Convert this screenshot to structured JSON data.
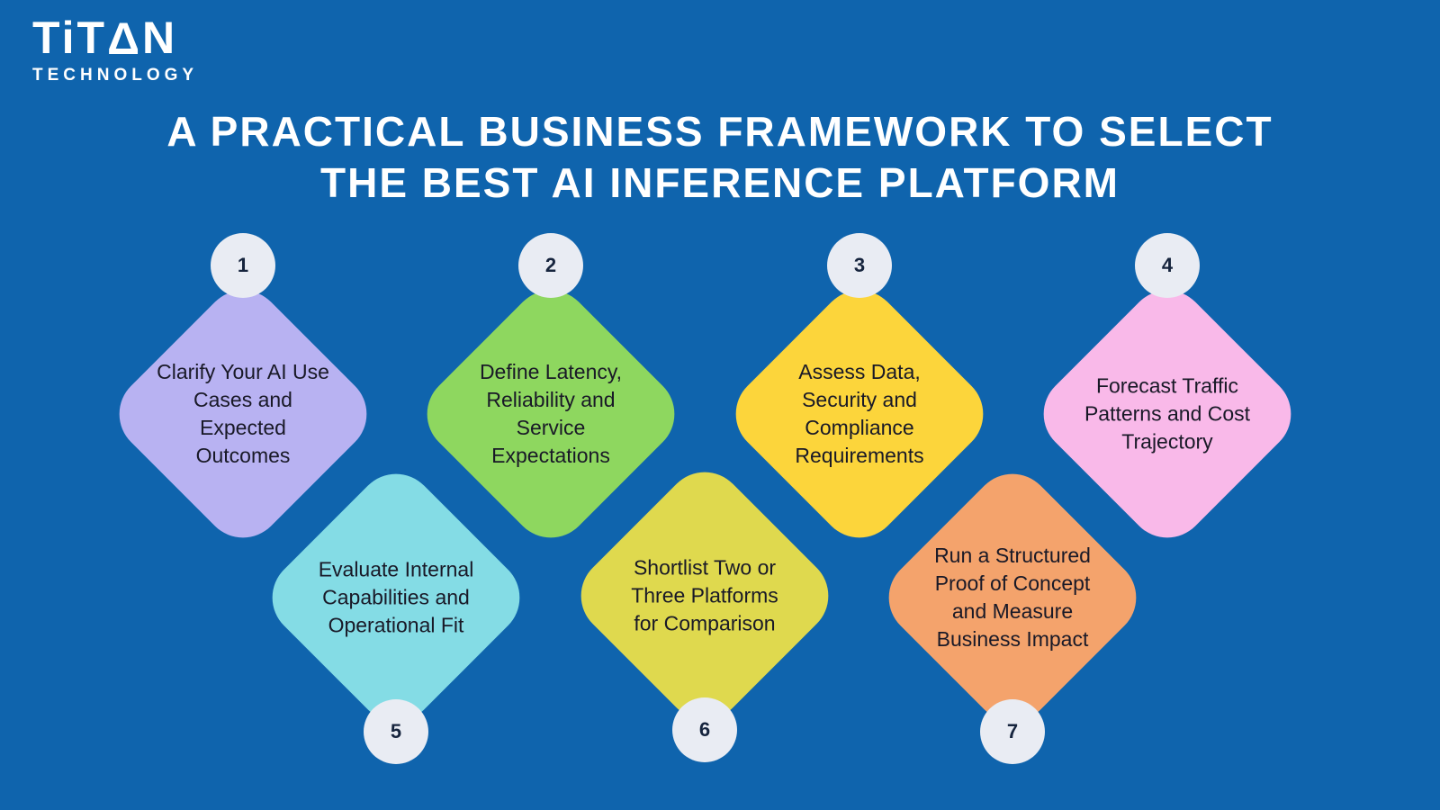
{
  "brand": {
    "word_prefix": "TiT",
    "a_glyph": "Δ",
    "word_suffix": "N",
    "subtitle": "TECHNOLOGY"
  },
  "title": {
    "line1": "A PRACTICAL BUSINESS FRAMEWORK TO SELECT",
    "line2": "THE BEST AI INFERENCE PLATFORM"
  },
  "colors": {
    "background": "#0f64ad",
    "title_text": "#ffffff",
    "badge_bg": "#e9ecf3",
    "badge_text": "#16243d",
    "step_text": "#191927"
  },
  "steps": [
    {
      "number": "1",
      "label": "Clarify Your AI Use Cases and Expected Outcomes",
      "color": "#b8b2f2",
      "badge_position": "top"
    },
    {
      "number": "2",
      "label": "Define Latency, Reliability and Service Expectations",
      "color": "#8ed75f",
      "badge_position": "top"
    },
    {
      "number": "3",
      "label": "Assess Data, Security and Compliance Requirements",
      "color": "#fcd53b",
      "badge_position": "top"
    },
    {
      "number": "4",
      "label": "Forecast Traffic Patterns and Cost Trajectory",
      "color": "#f9b9e9",
      "badge_position": "top"
    },
    {
      "number": "5",
      "label": "Evaluate Internal Capabilities and Operational Fit",
      "color": "#84dce5",
      "badge_position": "bottom"
    },
    {
      "number": "6",
      "label": "Shortlist Two or Three Platforms for Comparison",
      "color": "#dfd94e",
      "badge_position": "bottom"
    },
    {
      "number": "7",
      "label": "Run a Structured Proof of Concept and Measure Business Impact",
      "color": "#f4a36c",
      "badge_position": "bottom"
    }
  ]
}
